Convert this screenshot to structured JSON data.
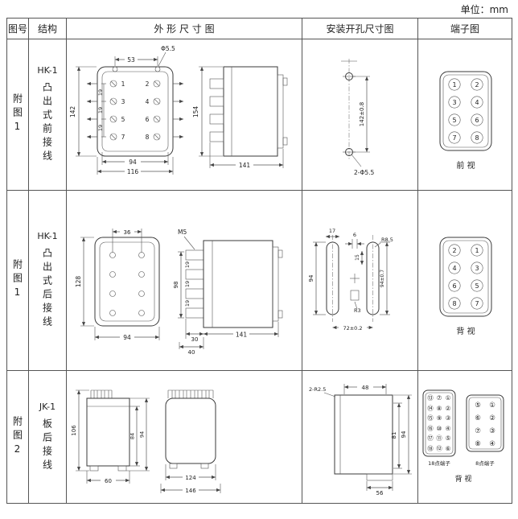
{
  "unit": "单位：mm",
  "header": {
    "fig_no": "图号",
    "structure": "结构",
    "outline": "外 形 尺 寸 图",
    "mounting": "安装开孔尺寸图",
    "terminal": "端子图"
  },
  "row1": {
    "fig": "附图1",
    "model": "HK-1",
    "type": "凸出式前接线",
    "outline": {
      "w53": "53",
      "phi": "Φ5.5",
      "h142": "142",
      "s19a": "19",
      "s19b": "19",
      "s19c": "19",
      "w94": "94",
      "w116": "116",
      "h154": "154",
      "w141": "141",
      "t1": "1",
      "t2": "2",
      "t3": "3",
      "t4": "4",
      "t5": "5",
      "t6": "6",
      "t7": "7",
      "t8": "8"
    },
    "mount": {
      "height": "142±0.8",
      "holes": "2-Φ5.5"
    },
    "term": {
      "l1": "1",
      "l2": "3",
      "l3": "5",
      "l4": "7",
      "r1": "2",
      "r2": "4",
      "r3": "6",
      "r4": "8",
      "view": "前  视"
    }
  },
  "row2": {
    "fig": "附图1",
    "model": "HK-1",
    "type": "凸出式后接线",
    "outline": {
      "w36": "36",
      "h128": "128",
      "w94": "94",
      "m5": "M5",
      "h98": "98",
      "s19a": "19",
      "s19b": "19",
      "s19c": "19",
      "w30": "30",
      "w141": "141",
      "w40": "40"
    },
    "mount": {
      "d17": "17",
      "d6": "6",
      "d15": "15",
      "r85": "R8.5",
      "h94": "94",
      "h94t": "94±0.7",
      "r3": "R3",
      "w72": "72±0.2"
    },
    "term": {
      "l1": "2",
      "l2": "4",
      "l3": "6",
      "l4": "8",
      "r1": "1",
      "r2": "3",
      "r3": "5",
      "r4": "7",
      "view": "背  视"
    }
  },
  "row3": {
    "fig": "附图2",
    "model": "JK-1",
    "type": "板后接线",
    "outline": {
      "h106": "106",
      "h84": "84",
      "h94": "94",
      "w60": "60",
      "w124": "124",
      "w146": "146"
    },
    "mount": {
      "r25": "2-R2.5",
      "w48": "48",
      "h81": "81",
      "h94": "94",
      "w56": "56"
    },
    "term": {
      "grid18": [
        [
          "⑬",
          "⑦",
          "①"
        ],
        [
          "⑭",
          "⑧",
          "②"
        ],
        [
          "⑮",
          "⑨",
          "③"
        ],
        [
          "⑯",
          "⑩",
          "④"
        ],
        [
          "⑰",
          "⑪",
          "⑤"
        ],
        [
          "⑱",
          "⑫",
          "⑥"
        ]
      ],
      "label18": "18点端子",
      "grid8": [
        [
          "⑤",
          "①"
        ],
        [
          "⑥",
          "②"
        ],
        [
          "⑦",
          "③"
        ],
        [
          "⑧",
          "④"
        ]
      ],
      "label8": "8点端子",
      "view": "背  视"
    }
  }
}
